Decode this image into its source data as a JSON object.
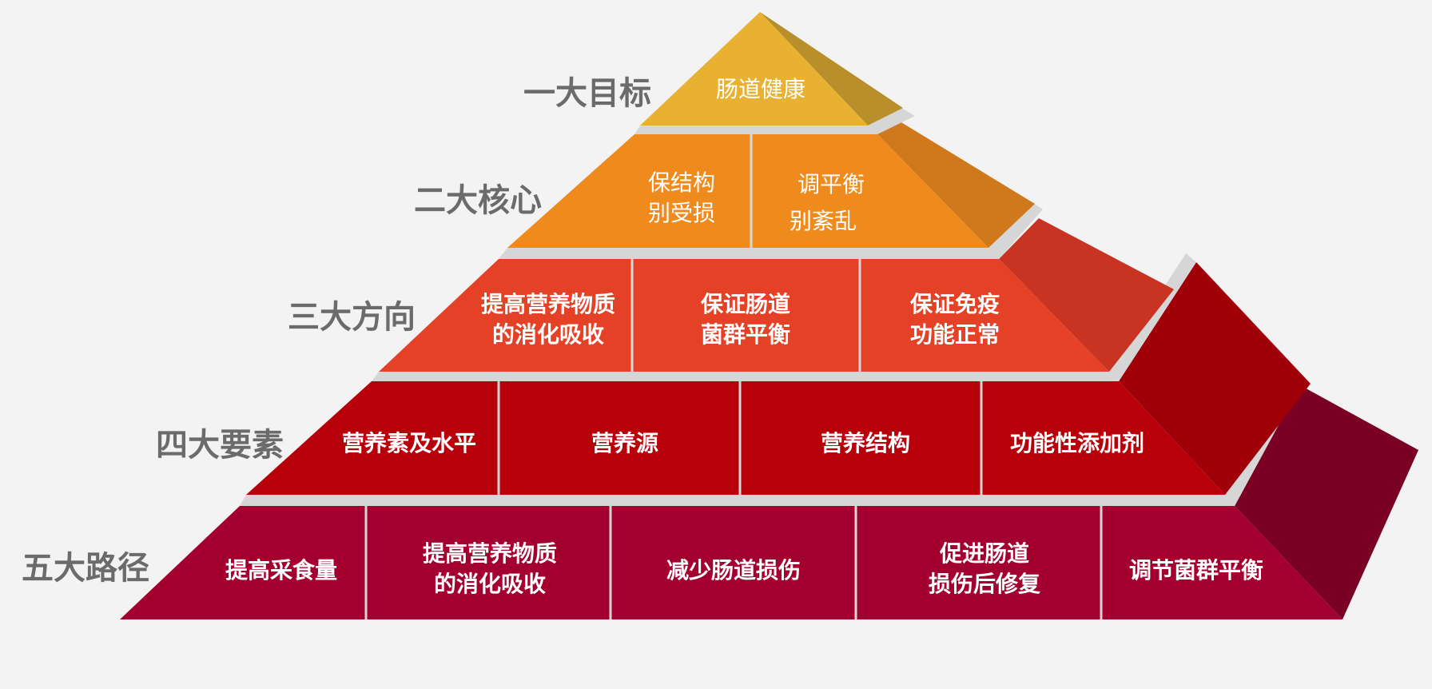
{
  "colors": {
    "background": "#f3f3f3",
    "separator": "#d6d6d6",
    "label": "#6b6b6b",
    "text": "#ffffff",
    "tier1_front": "#e9b132",
    "tier1_side": "#b98f2b",
    "tier2_front": "#ef8a1d",
    "tier2_side": "#d0791c",
    "tier3_front": "#e44127",
    "tier3_side": "#c83322",
    "tier4_front": "#b8000b",
    "tier4_side": "#a00008",
    "tier5_front": "#a30030",
    "tier5_side": "#7a0024"
  },
  "tiers": [
    {
      "label": "一大目标",
      "cells": [
        {
          "lines": [
            "肠道健康"
          ]
        }
      ]
    },
    {
      "label": "二大核心",
      "cells": [
        {
          "lines": [
            "保结构",
            "别受损"
          ]
        },
        {
          "lines": [
            "调平衡",
            "别紊乱"
          ]
        }
      ]
    },
    {
      "label": "三大方向",
      "cells": [
        {
          "lines": [
            "提高营养物质",
            "的消化吸收"
          ]
        },
        {
          "lines": [
            "保证肠道",
            "菌群平衡"
          ]
        },
        {
          "lines": [
            "保证免疫",
            "功能正常"
          ]
        }
      ]
    },
    {
      "label": "四大要素",
      "cells": [
        {
          "lines": [
            "营养素及水平"
          ]
        },
        {
          "lines": [
            "营养源"
          ]
        },
        {
          "lines": [
            "营养结构"
          ]
        },
        {
          "lines": [
            "功能性添加剂"
          ]
        }
      ]
    },
    {
      "label": "五大路径",
      "cells": [
        {
          "lines": [
            "提高采食量"
          ]
        },
        {
          "lines": [
            "提高营养物质",
            "的消化吸收"
          ]
        },
        {
          "lines": [
            "减少肠道损伤"
          ]
        },
        {
          "lines": [
            "促进肠道",
            "损伤后修复"
          ]
        },
        {
          "lines": [
            "调节菌群平衡"
          ]
        }
      ]
    }
  ]
}
